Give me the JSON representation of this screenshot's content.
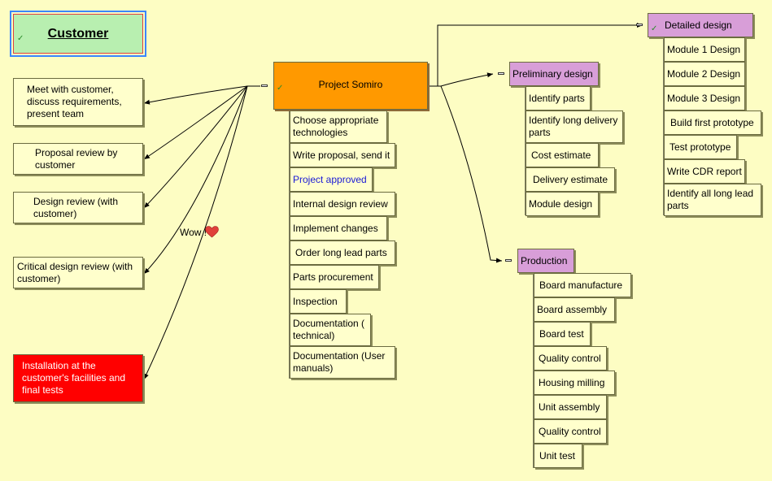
{
  "customer": {
    "title": "Customer"
  },
  "root": {
    "title": "Project Somiro"
  },
  "annotation": {
    "text": "Wow !",
    "icon": "heart-icon"
  },
  "customer_steps": [
    "Meet with customer, discuss requirements, present team",
    "Proposal review by customer",
    "Design review (with customer)",
    "Critical design review (with customer)",
    "Installation at the customer's facilities and final tests"
  ],
  "tasks": [
    "Choose appropriate technologies",
    "Write proposal, send it",
    "Project approved",
    "Internal design review",
    "Implement changes",
    "Order long lead parts",
    "Parts procurement",
    "Inspection",
    "Documentation ( technical)",
    "Documentation (User manuals)"
  ],
  "preliminary": {
    "title": "Preliminary design",
    "items": [
      "Identify parts",
      "Identify long delivery parts",
      "Cost estimate",
      "Delivery estimate",
      "Module design"
    ]
  },
  "detailed": {
    "title": "Detailed design",
    "items": [
      "Module 1 Design",
      "Module 2 Design",
      "Module 3 Design",
      "Build first prototype",
      "Test prototype",
      "Write CDR report",
      "Identify all long lead parts"
    ]
  },
  "production": {
    "title": "Production",
    "items": [
      "Board manufacture",
      "Board assembly",
      "Board test",
      "Quality control",
      "Housing milling",
      "Unit assembly",
      "Quality control",
      "Unit test"
    ]
  },
  "colors": {
    "background": "#fdfdc3",
    "node": "#ffffcc",
    "root": "#ff9900",
    "customer": "#b8efb0",
    "customer_border": "#3a86ff",
    "phase": "#d89ed8",
    "alert": "#ff0000",
    "link": "#1a1ad6"
  }
}
